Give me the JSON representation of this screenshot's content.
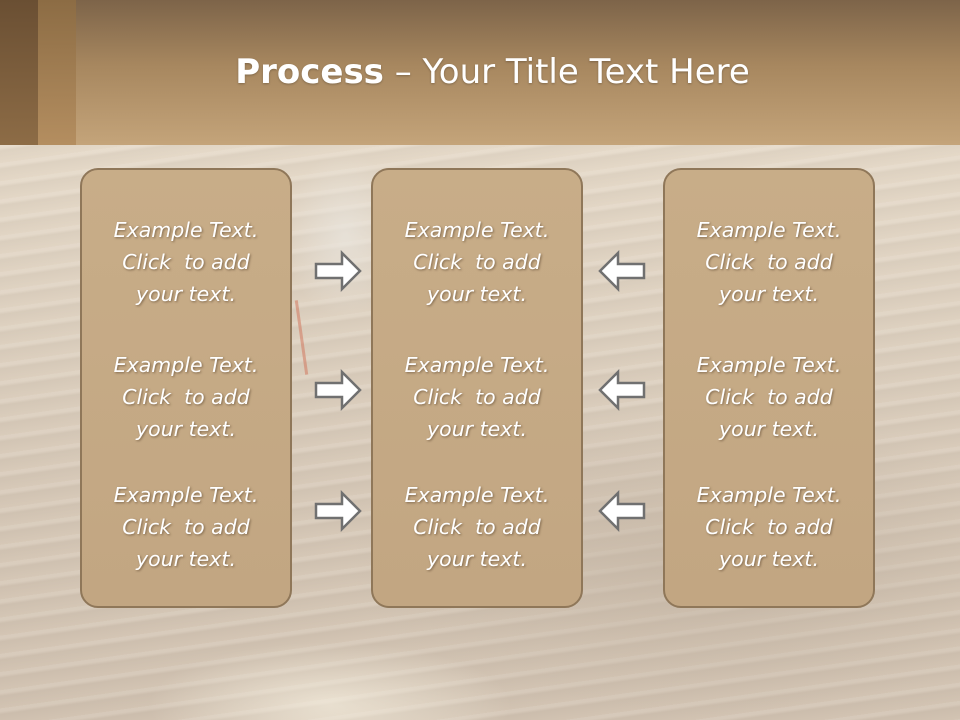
{
  "slide": {
    "title_bold": "Process",
    "title_rest": " – Your Title Text Here"
  },
  "columns": [
    {
      "items": [
        {
          "line1": "Example Text.",
          "line2": "Click  to add",
          "line3": "your text."
        },
        {
          "line1": "Example Text.",
          "line2": "Click  to add",
          "line3": "your text."
        },
        {
          "line1": "Example Text.",
          "line2": "Click  to add",
          "line3": "your text."
        }
      ]
    },
    {
      "items": [
        {
          "line1": "Example Text.",
          "line2": "Click  to add",
          "line3": "your text."
        },
        {
          "line1": "Example Text.",
          "line2": "Click  to add",
          "line3": "your text."
        },
        {
          "line1": "Example Text.",
          "line2": "Click  to add",
          "line3": "your text."
        }
      ]
    },
    {
      "items": [
        {
          "line1": "Example Text.",
          "line2": "Click  to add",
          "line3": "your text."
        },
        {
          "line1": "Example Text.",
          "line2": "Click  to add",
          "line3": "your text."
        },
        {
          "line1": "Example Text.",
          "line2": "Click  to add",
          "line3": "your text."
        }
      ]
    }
  ],
  "icons": {
    "left_arrows": "arrow-right-icon",
    "right_arrows": "arrow-left-icon"
  },
  "colors": {
    "panel_fill": "#c6ab86",
    "panel_border": "#8f7759",
    "header": "#b39068",
    "text": "#ffffff"
  }
}
